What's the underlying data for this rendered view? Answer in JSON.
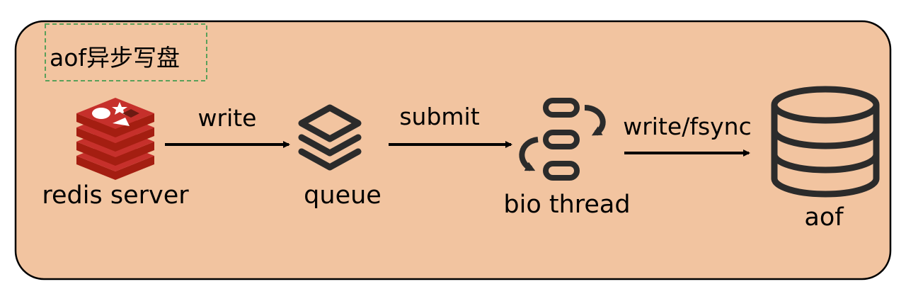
{
  "title": "aof异步写盘",
  "colors": {
    "panel_fill": "#f2c4a0",
    "panel_stroke": "#000000",
    "title_box_stroke": "#5aa05a",
    "redis_red": "#c6302b",
    "redis_dark": "#a41e11",
    "icon_dark": "#2b2b2b",
    "arrow": "#000000"
  },
  "nodes": [
    {
      "id": "redis",
      "label": "redis server",
      "icon": "redis-logo-icon"
    },
    {
      "id": "queue",
      "label": "queue",
      "icon": "layers-icon"
    },
    {
      "id": "bio",
      "label": "bio thread",
      "icon": "thread-cycle-icon"
    },
    {
      "id": "aof",
      "label": "aof",
      "icon": "database-icon"
    }
  ],
  "edges": [
    {
      "from": "redis",
      "to": "queue",
      "label": "write"
    },
    {
      "from": "queue",
      "to": "bio",
      "label": "submit"
    },
    {
      "from": "bio",
      "to": "aof",
      "label": "write/fsync"
    }
  ]
}
